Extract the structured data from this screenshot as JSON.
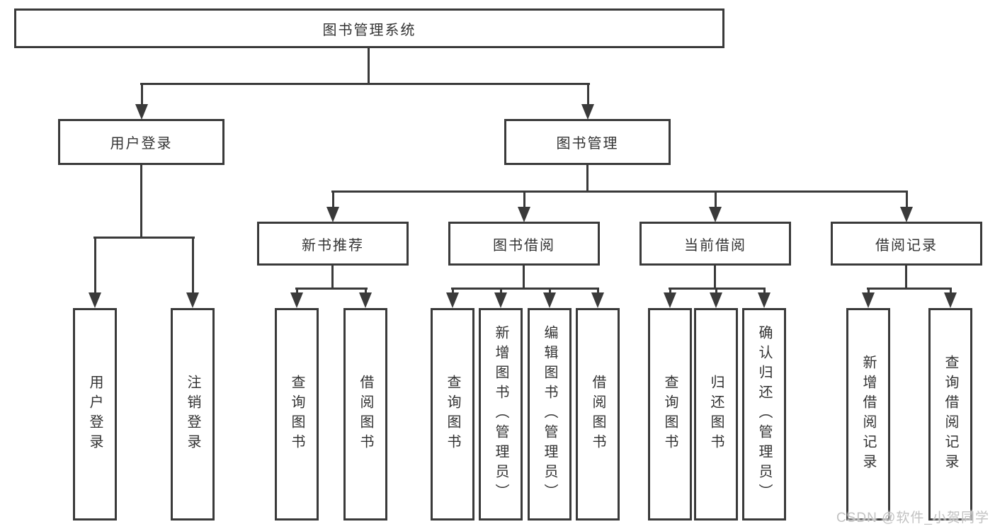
{
  "colors": {
    "line": "#3a3a3a",
    "text": "#333333",
    "background": "#ffffff",
    "watermark": "#c2c2c2"
  },
  "watermark": "CSDN @软件_小贺同学",
  "nodes": {
    "root": "图书管理系统",
    "user_login": "用户登录",
    "book_mgmt": "图书管理",
    "new_book_rec": "新书推荐",
    "book_borrow": "图书借阅",
    "current_borrow": "当前借阅",
    "borrow_records": "借阅记录",
    "leaf_user_login": "用户登录",
    "leaf_logout": "注销登录",
    "leaf_nbr_query_book": "查询图书",
    "leaf_nbr_borrow_book": "借阅图书",
    "leaf_bb_query_book": "查询图书",
    "leaf_bb_add_book_admin": "新增图书（管理员）",
    "leaf_bb_edit_book_admin": "编辑图书（管理员）",
    "leaf_bb_borrow_book": "借阅图书",
    "leaf_cb_query_book": "查询图书",
    "leaf_cb_return_book": "归还图书",
    "leaf_cb_confirm_return_admin": "确认归还（管理员）",
    "leaf_br_add_record": "新增借阅记录",
    "leaf_br_query_record": "查询借阅记录"
  }
}
